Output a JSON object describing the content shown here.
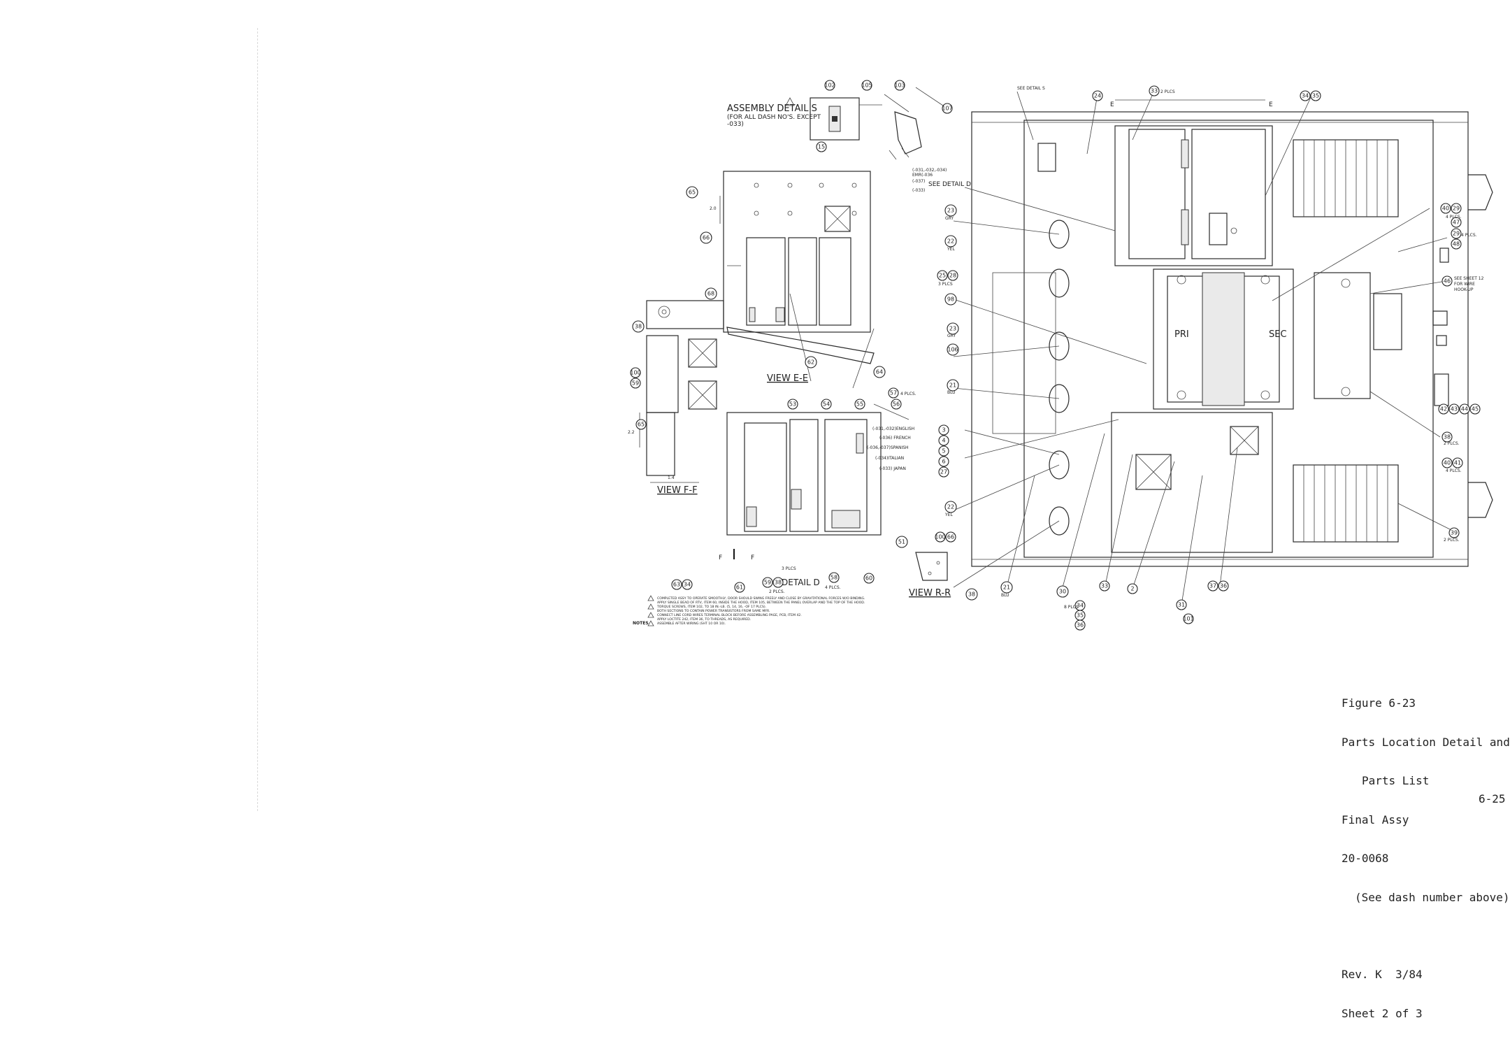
{
  "drawing": {
    "assembly_details": {
      "title": "ASSEMBLY DETAIL S",
      "note_line1": "(FOR ALL DASH NO'S. EXCEPT",
      "note_line2": "-033)"
    },
    "dash_notes": [
      "(-031,-032,-034)",
      "EMR(-036",
      "(-037)",
      "(-033)"
    ],
    "see_detail_d": "SEE DETAIL D",
    "see_detail_s": "SEE DETAIL S",
    "see_sheet": [
      "SEE SHEET 12",
      "FOR WIRE",
      "HOOK-UP"
    ],
    "view_e_e": "VIEW E-E",
    "view_f_f": "VIEW F-F",
    "view_r_r": "VIEW R-R",
    "detail_d": "DETAIL D",
    "transformer_pri": "PRI",
    "transformer_sec": "SEC",
    "language_labels": [
      "(-031,-032)ENGLISH",
      "(-036) FRENCH",
      "(-036,-037)SPANISH",
      "(-034)ITALIAN",
      "(-033) JAPAN"
    ],
    "color_labels": [
      "GRY",
      "YEL",
      "GRY",
      "BLU",
      "YEL",
      "BLU"
    ],
    "qty_labels": [
      "2 PLCS",
      "4 PLCS.",
      "4 PLCS.",
      "4 PLCS.",
      "2 PLCS.",
      "2 PLCS.",
      "3 PLCS",
      "8 PLCS",
      "2 PLCS.",
      "3 PLCS",
      "4 PLCS."
    ],
    "notes_label": "NOTES",
    "notes": [
      "COMPLETED ASSY TO OPERATE SMOOTHLY, DOOR SHOULD SWING FREELY AND CLOSE BY GRAVITATIONAL FORCES W/O BINDING.",
      "APPLY SINGLE BEAD OF RTV, ITEM 60, INSIDE THE HOOD, ITEM 105, BETWEEN THE PANEL OVERLAP AND THE TOP OF THE HOOD.",
      "TORQUE SCREWS, ITEM 102, TO 18 IN.-LB. (5, 14, 16, -OF 17 PLCS).",
      "BOTH SECTIONS TO CONTAIN POWER TRANSISTORS FROM SAME MFR.",
      "CONNECT LINE CORD WIRES TERMINAL BLOCK BEFORE ASSEMBLING PAGE, PCB, ITEM 42.",
      "APPLY LOCTITE 242, ITEM 36, TO THREADS, AS REQUIRED.",
      "ASSEMBLE AFTER WIRING (SHT 10 OR 10)."
    ]
  },
  "caption": {
    "figure": "Figure 6-23",
    "title_line1": "Parts Location Detail and",
    "title_line2": "Parts List",
    "assy": "Final Assy",
    "part_no": "20-0068",
    "dash_note": "(See dash number above)",
    "revision": "Rev. K  3/84",
    "sheet": "Sheet 2 of 3"
  },
  "page_number": "6-25"
}
